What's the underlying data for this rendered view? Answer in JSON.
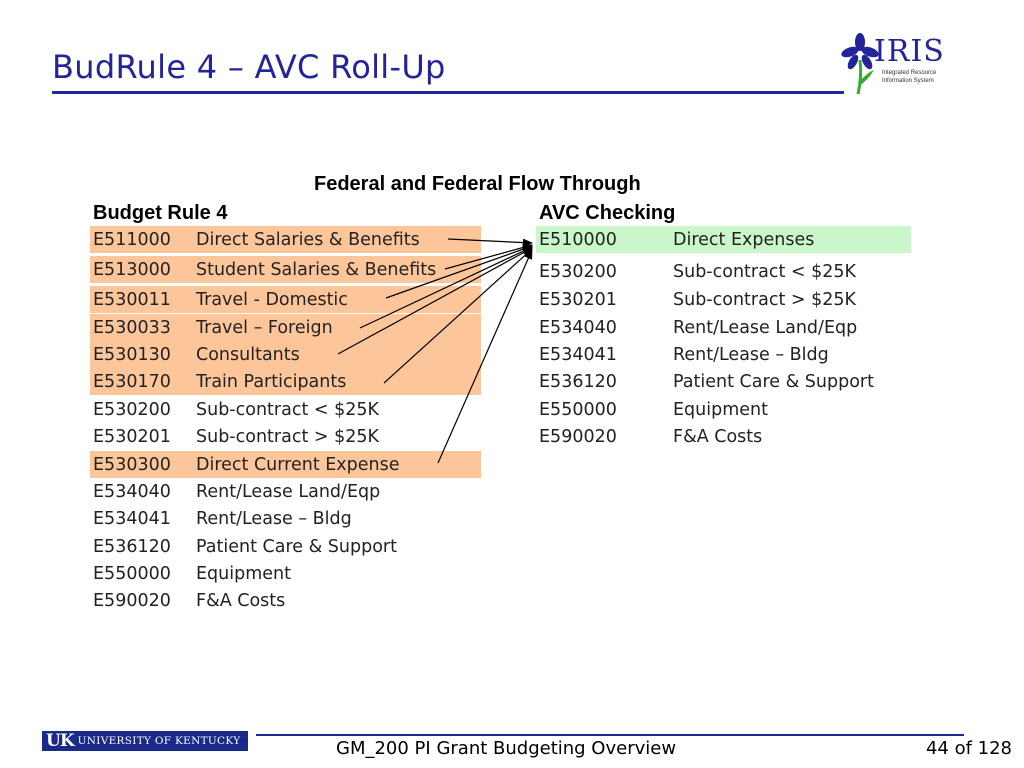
{
  "slide": {
    "title": "BudRule 4 – AVC Roll-Up"
  },
  "logo": {
    "name": "IRIS",
    "line1": "Integrated Resource",
    "line2": "Information System"
  },
  "diagram": {
    "heading": "Federal and Federal Flow Through",
    "left_heading": "Budget Rule 4",
    "right_heading": "AVC Checking",
    "left_rows": [
      {
        "code": "E511000",
        "desc": "Direct Salaries & Benefits",
        "highlight": true
      },
      {
        "code": "E513000",
        "desc": "Student Salaries & Benefits",
        "highlight": true
      },
      {
        "code": "E530011",
        "desc": "Travel - Domestic",
        "highlight": true
      },
      {
        "code": "E530033",
        "desc": "Travel – Foreign",
        "highlight": true
      },
      {
        "code": "E530130",
        "desc": "Consultants",
        "highlight": true
      },
      {
        "code": "E530170",
        "desc": "Train Participants",
        "highlight": true
      },
      {
        "code": "E530200",
        "desc": "Sub-contract < $25K",
        "highlight": false
      },
      {
        "code": "E530201",
        "desc": "Sub-contract > $25K",
        "highlight": false
      },
      {
        "code": "E530300",
        "desc": "Direct Current Expense",
        "highlight": true
      },
      {
        "code": "E534040",
        "desc": "Rent/Lease Land/Eqp",
        "highlight": false
      },
      {
        "code": "E534041",
        "desc": "Rent/Lease – Bldg",
        "highlight": false
      },
      {
        "code": "E536120",
        "desc": "Patient Care & Support",
        "highlight": false
      },
      {
        "code": "E550000",
        "desc": "Equipment",
        "highlight": false
      },
      {
        "code": "E590020",
        "desc": "F&A Costs",
        "highlight": false
      }
    ],
    "right_rows": [
      {
        "code": "E510000",
        "desc": "Direct Expenses",
        "highlight": true
      },
      {
        "code": "E530200",
        "desc": "Sub-contract < $25K",
        "highlight": false
      },
      {
        "code": "E530201",
        "desc": "Sub-contract > $25K",
        "highlight": false
      },
      {
        "code": "E534040",
        "desc": "Rent/Lease Land/Eqp",
        "highlight": false
      },
      {
        "code": "E534041",
        "desc": "Rent/Lease – Bldg",
        "highlight": false
      },
      {
        "code": "E536120",
        "desc": "Patient Care & Support",
        "highlight": false
      },
      {
        "code": "E550000",
        "desc": "Equipment",
        "highlight": false
      },
      {
        "code": "E590020",
        "desc": "F&A Costs",
        "highlight": false
      }
    ],
    "colors": {
      "left_highlight": "#fdc69a",
      "right_highlight": "#c9f7c9"
    }
  },
  "footer": {
    "university": "UNIVERSITY OF KENTUCKY",
    "uk_mark": "UK",
    "title": "GM_200 PI Grant Budgeting Overview",
    "page": "44 of 128"
  }
}
